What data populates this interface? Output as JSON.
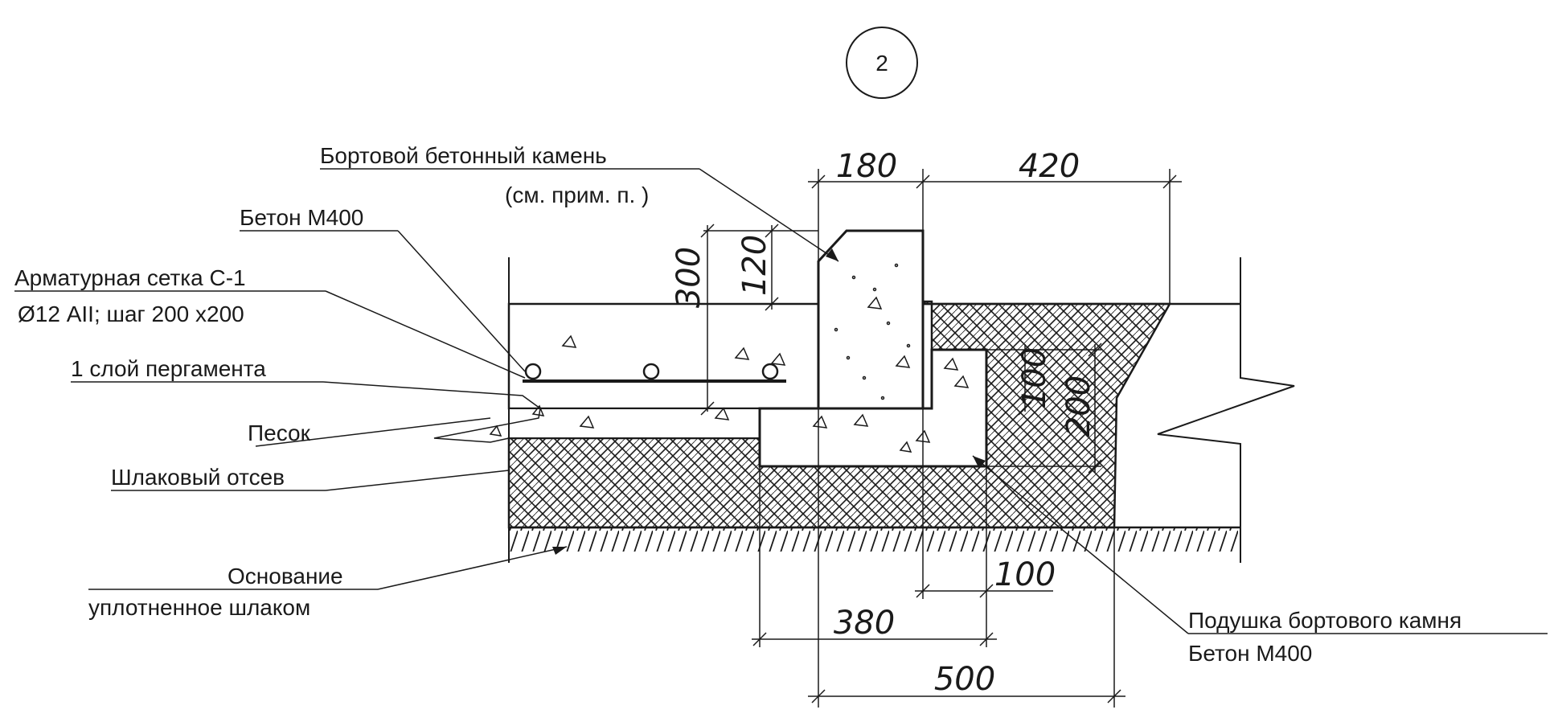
{
  "view_marker": "2",
  "labels": {
    "curb_stone_line1": "Бортовой бетонный камень",
    "curb_stone_line2": "(см. прим. п. )",
    "concrete_top": "Бетон М400",
    "mesh_line1": "Арматурная сетка С-1",
    "mesh_line2": "Ø12 АII; шаг 200 х200",
    "parchment": "1 слой пергамента",
    "sand": "Песок",
    "slag_screening": "Шлаковый отсев",
    "base_line1": "Основание",
    "base_line2": "уплотненное шлаком",
    "pad_line1": "Подушка бортового камня",
    "pad_line2": "Бетон М400"
  },
  "dimensions": {
    "d180": "180",
    "d420": "420",
    "d300": "300",
    "d120": "120",
    "d100_vertical": "100",
    "d200": "200",
    "d100_bottom": "100",
    "d380": "380",
    "d500": "500"
  },
  "colors": {
    "ink": "#1a1a1a",
    "background": "#ffffff"
  }
}
